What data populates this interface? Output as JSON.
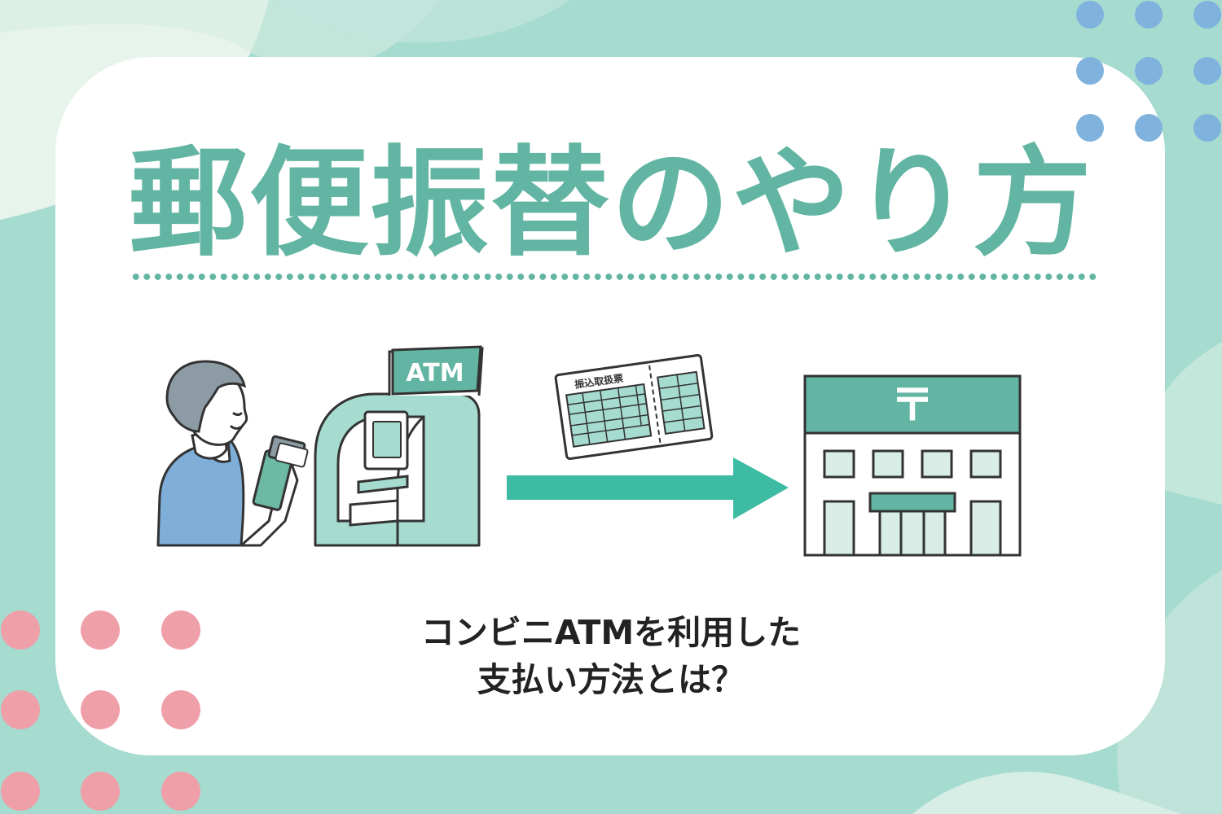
{
  "title": "郵便振替のやり方",
  "subtitle": {
    "line1": "コンビニATMを利用した",
    "line2": "支払い方法とは？"
  },
  "illustration": {
    "atm_sign": "ATM",
    "slip_label": "振込取扱票",
    "post_office_mark": "〒"
  },
  "colors": {
    "accent_green": "#63b5a3",
    "arrow_teal": "#3dbba3",
    "background_mint": "#a6dbd0",
    "dot_blue": "#7fb2dd",
    "dot_pink": "#ef9fa8",
    "shirt_blue": "#7fafd9",
    "hair_gray": "#8c9ba4"
  }
}
